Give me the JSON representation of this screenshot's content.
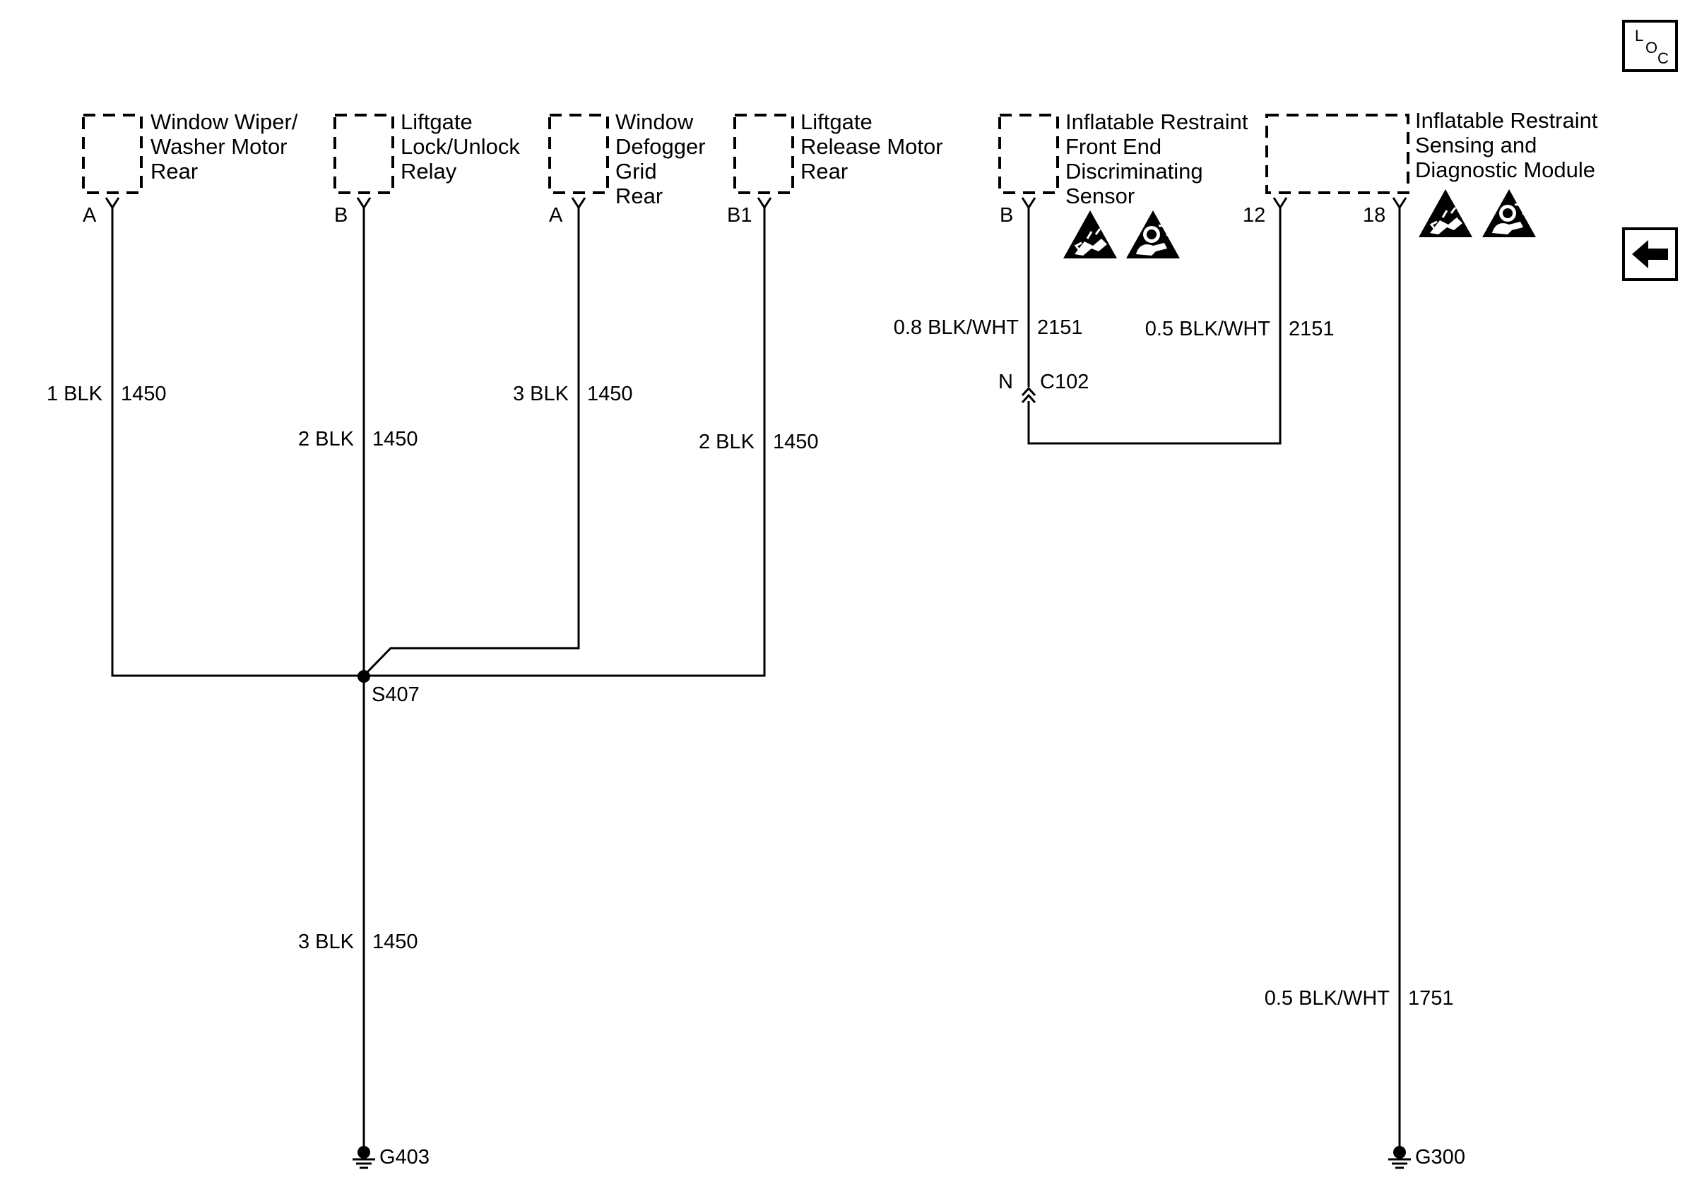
{
  "components": [
    {
      "name": "wiper",
      "lines": [
        "Window Wiper/",
        "Washer Motor",
        "Rear"
      ],
      "pin": "A"
    },
    {
      "name": "lock",
      "lines": [
        "Liftgate",
        "Lock/Unlock",
        "Relay"
      ],
      "pin": "B"
    },
    {
      "name": "defog",
      "lines": [
        "Window",
        "Defogger",
        "Grid",
        "Rear"
      ],
      "pin": "A"
    },
    {
      "name": "release",
      "lines": [
        "Liftgate",
        "Release Motor",
        "Rear"
      ],
      "pin": "B1"
    },
    {
      "name": "fed",
      "lines": [
        "Inflatable Restraint",
        "Front End",
        "Discriminating",
        "Sensor"
      ],
      "pin": "B"
    },
    {
      "name": "sdm",
      "lines": [
        "Inflatable Restraint",
        "Sensing and",
        "Diagnostic Module"
      ],
      "pins": [
        "12",
        "18"
      ]
    }
  ],
  "wires": [
    {
      "size_color": "1 BLK",
      "circuit": "1450"
    },
    {
      "size_color": "2 BLK",
      "circuit": "1450"
    },
    {
      "size_color": "3 BLK",
      "circuit": "1450"
    },
    {
      "size_color": "2 BLK",
      "circuit": "1450"
    },
    {
      "size_color": "3 BLK",
      "circuit": "1450"
    },
    {
      "size_color": "0.8 BLK/WHT",
      "circuit": "2151"
    },
    {
      "size_color": "0.5 BLK/WHT",
      "circuit": "2151"
    },
    {
      "size_color": "0.5 BLK/WHT",
      "circuit": "1751"
    }
  ],
  "connector": {
    "pin": "N",
    "name": "C102"
  },
  "splice": "S407",
  "grounds": [
    "G403",
    "G300"
  ],
  "icons": {
    "loc": {
      "name": "loc-icon",
      "letters": [
        "L",
        "O",
        "C"
      ]
    },
    "back": {
      "name": "back-arrow-icon"
    },
    "warnings": [
      "esd-warning-icon",
      "airbag-warning-icon"
    ]
  }
}
